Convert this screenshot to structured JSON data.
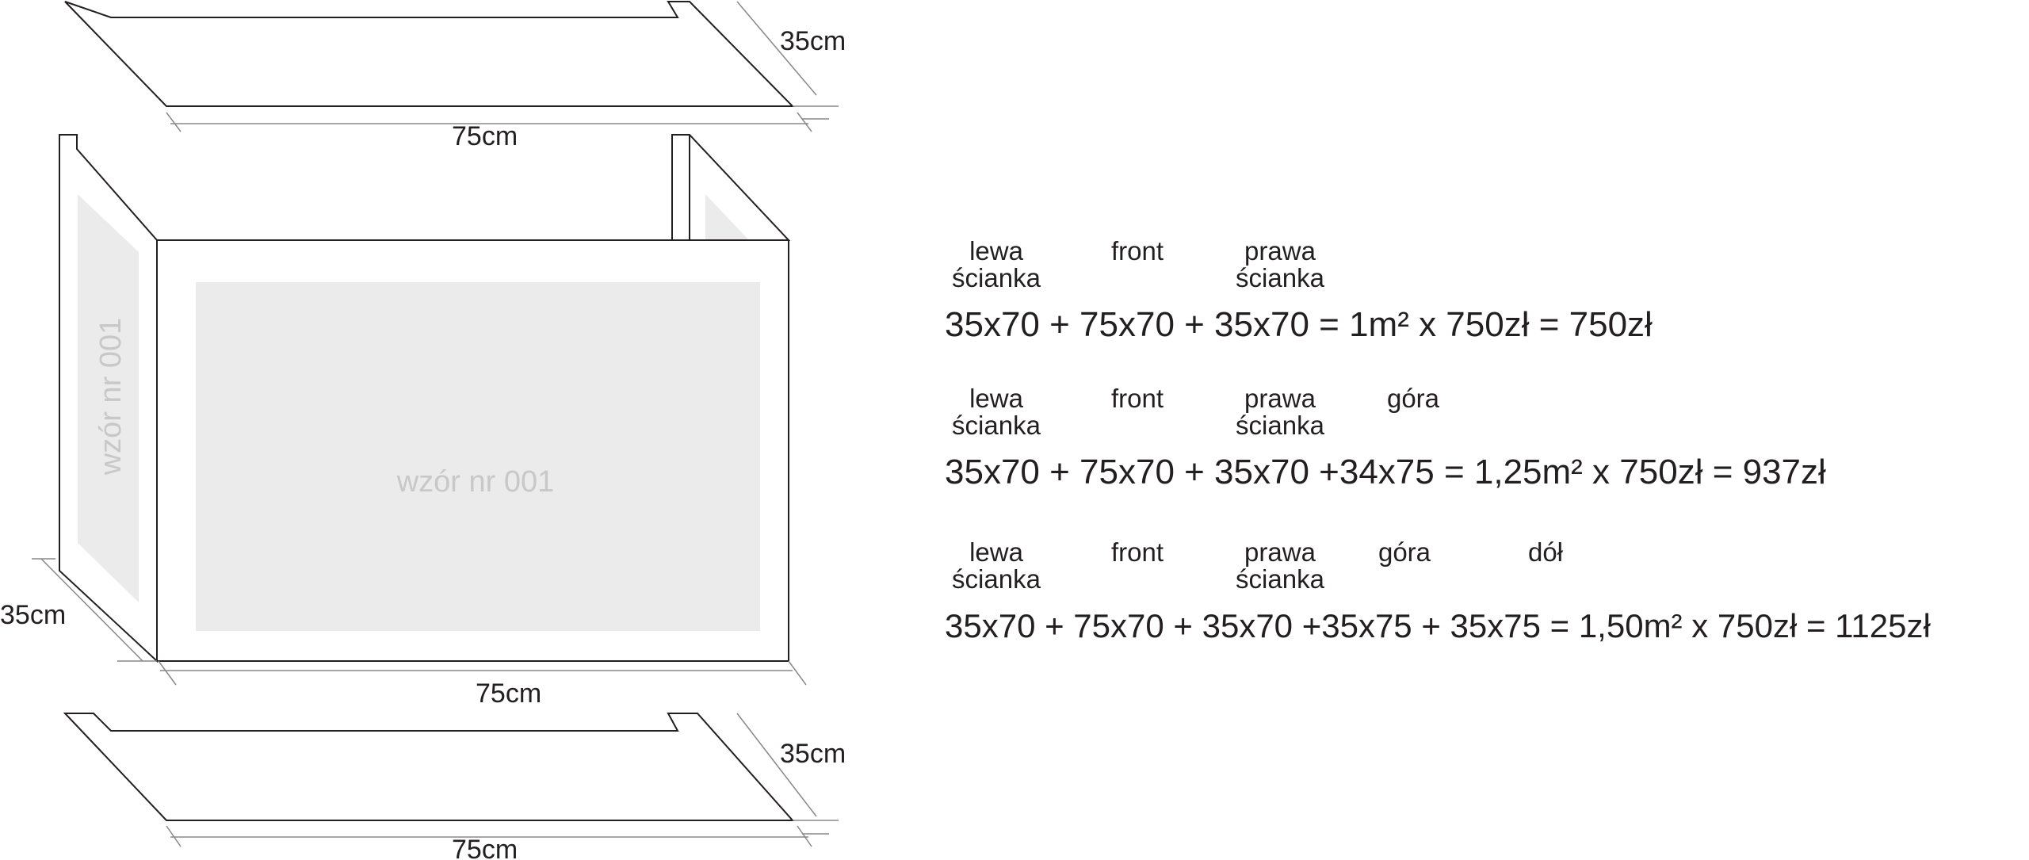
{
  "diagram": {
    "top_panel": {
      "width_label": "75cm",
      "depth_label": "35cm"
    },
    "box": {
      "width_label": "75cm",
      "depth_label": "35cm",
      "front_pattern": "wzór nr 001",
      "side_pattern": "wzór nr 001"
    },
    "bottom_panel": {
      "width_label": "75cm",
      "depth_label": "35cm"
    }
  },
  "options": [
    {
      "labels": {
        "left": [
          "lewa",
          "ścianka"
        ],
        "front": [
          "front"
        ],
        "right": [
          "prawa",
          "ścianka"
        ]
      },
      "formula": "35x70 + 75x70 + 35x70 = 1m² x 750zł = 750zł"
    },
    {
      "labels": {
        "left": [
          "lewa",
          "ścianka"
        ],
        "front": [
          "front"
        ],
        "right": [
          "prawa",
          "ścianka"
        ],
        "top": [
          "góra"
        ]
      },
      "formula": "35x70 + 75x70 + 35x70 +34x75 = 1,25m² x 750zł = 937zł"
    },
    {
      "labels": {
        "left": [
          "lewa",
          "ścianka"
        ],
        "front": [
          "front"
        ],
        "right": [
          "prawa",
          "ścianka"
        ],
        "top": [
          "góra"
        ],
        "bottom": [
          "dół"
        ]
      },
      "formula": "35x70 + 75x70 + 35x70 +35x75 + 35x75 = 1,50m² x 750zł = 1125zł"
    }
  ]
}
